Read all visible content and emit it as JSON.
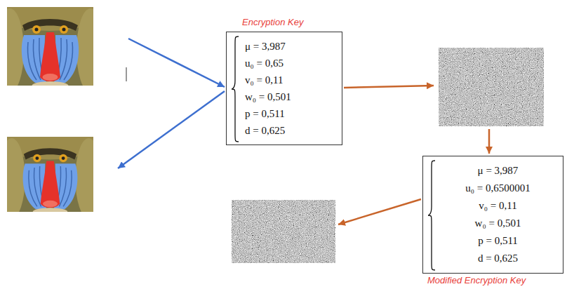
{
  "diagram": {
    "nodes": [
      {
        "text": [
          "Encryption Key",
          "μ = 3,987",
          "u₀ = 0,65",
          "v₀ = 0,11",
          "w₀ = 0,501",
          "p = 0,511",
          "d = 0,625"
        ]
      },
      {
        "text": [
          "μ = 3,987",
          "u₀ = 0,6500001",
          "v₀ = 0,11",
          "w₀ = 0,501",
          "p = 0,511",
          "d = 0,625",
          "Modified Encryption Key"
        ]
      }
    ]
  }
}
